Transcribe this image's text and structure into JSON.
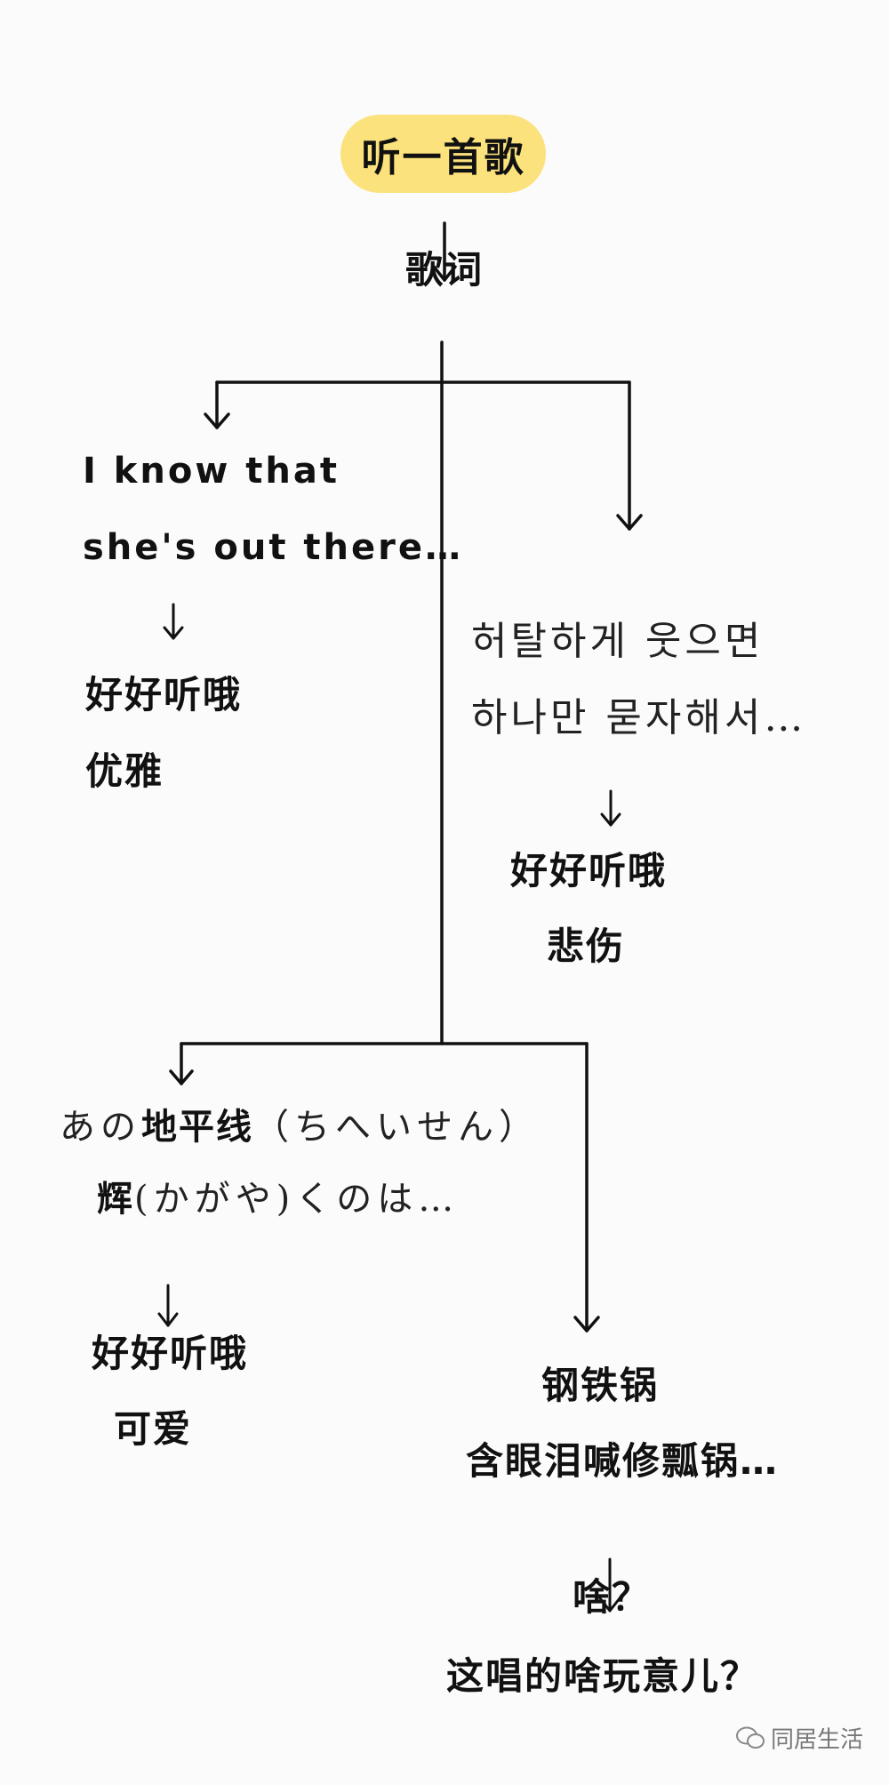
{
  "root": "听一首歌",
  "lyrics_label": "歌词",
  "branches": {
    "english": {
      "line1": "I know that",
      "line2": "she's out there…",
      "reaction1": "好好听哦",
      "reaction2": "优雅"
    },
    "korean": {
      "line1": "허탈하게 웃으면",
      "line2": "하나만 묻자해서…",
      "reaction1": "好好听哦",
      "reaction2": "悲伤"
    },
    "japanese": {
      "line1_a": "あの",
      "line1_b": "地平线",
      "line1_c": "（ちへいせん）",
      "line2_a": "辉",
      "line2_b": "(かがや)くのは…",
      "reaction1": "好好听哦",
      "reaction2": "可爱"
    },
    "chinese": {
      "line1": "钢铁锅",
      "line2": "含眼泪喊修瓢锅…",
      "reaction1": "啥？",
      "reaction2": "这唱的啥玩意儿？"
    }
  },
  "watermark": "同居生活",
  "colors": {
    "pill": "#fbe27c",
    "line": "#111111"
  }
}
